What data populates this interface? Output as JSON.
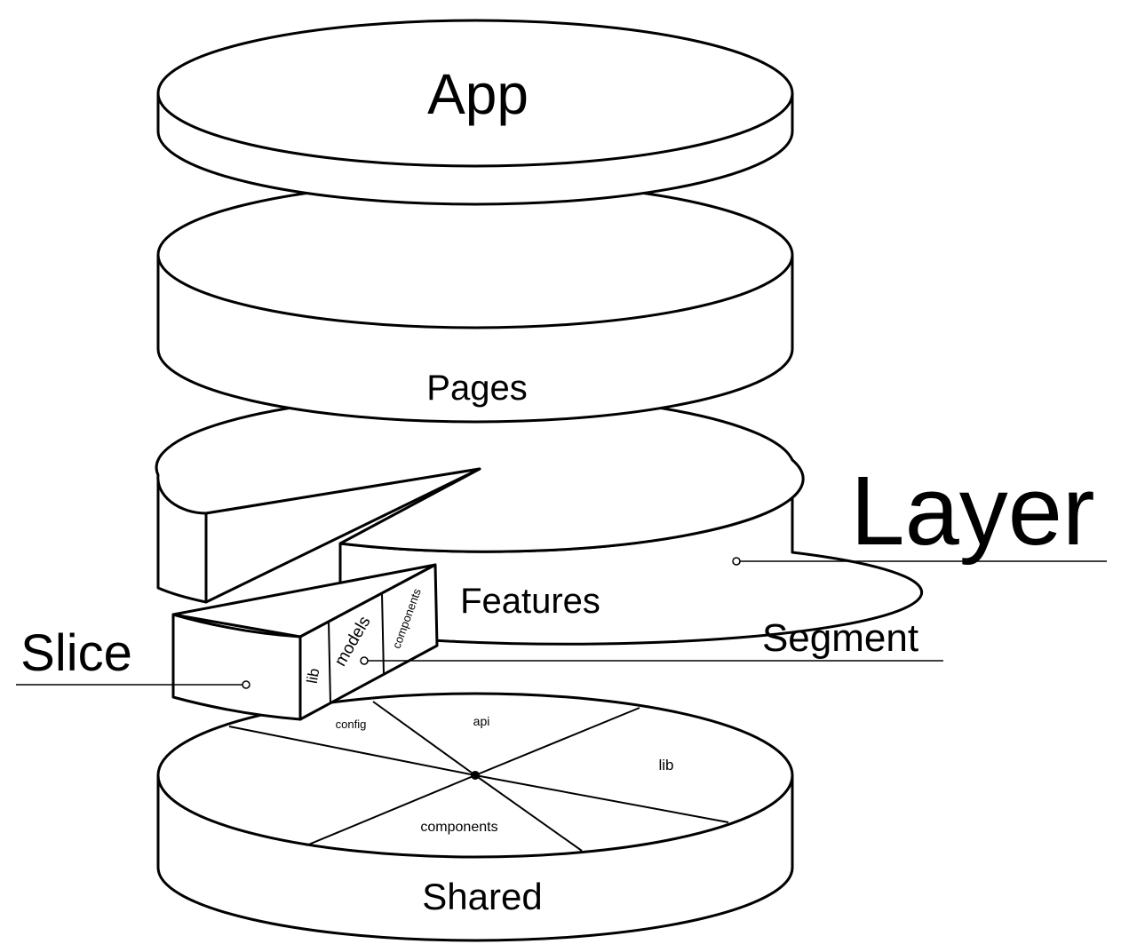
{
  "layers": {
    "app": "App",
    "pages": "Pages",
    "features": "Features",
    "shared": "Shared"
  },
  "callouts": {
    "layer": "Layer",
    "slice": "Slice",
    "segment": "Segment"
  },
  "slice_segments": {
    "lib": "lib",
    "models": "models",
    "components": "components"
  },
  "shared_segments": {
    "config": "config",
    "api": "api",
    "lib": "lib",
    "components": "components"
  }
}
